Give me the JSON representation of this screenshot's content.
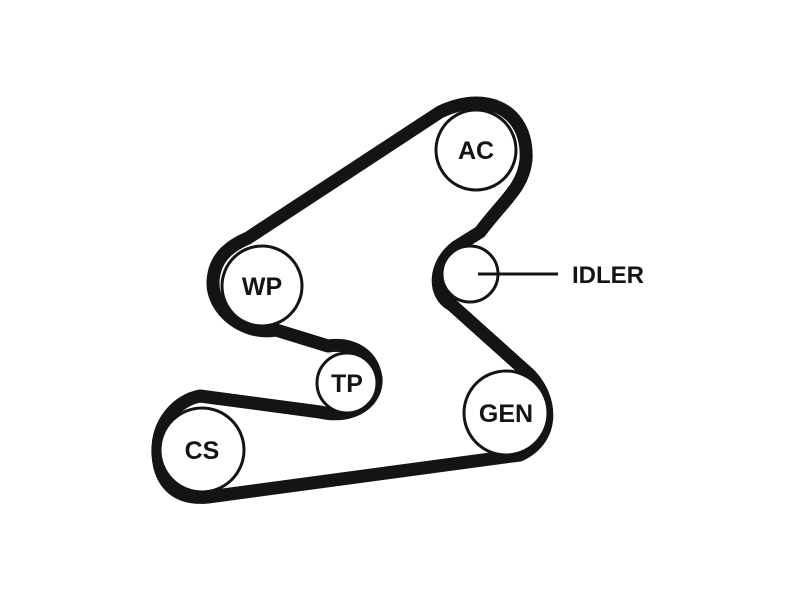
{
  "diagram": {
    "colors": {
      "belt": "#141414",
      "pulley_fill": "#ffffff",
      "background": "#ffffff"
    },
    "pulleys": {
      "ac": {
        "label": "AC"
      },
      "wp": {
        "label": "WP"
      },
      "tp": {
        "label": "TP"
      },
      "cs": {
        "label": "CS"
      },
      "gen": {
        "label": "GEN"
      },
      "idler": {
        "label": ""
      }
    },
    "callouts": {
      "idler": "IDLER"
    }
  }
}
